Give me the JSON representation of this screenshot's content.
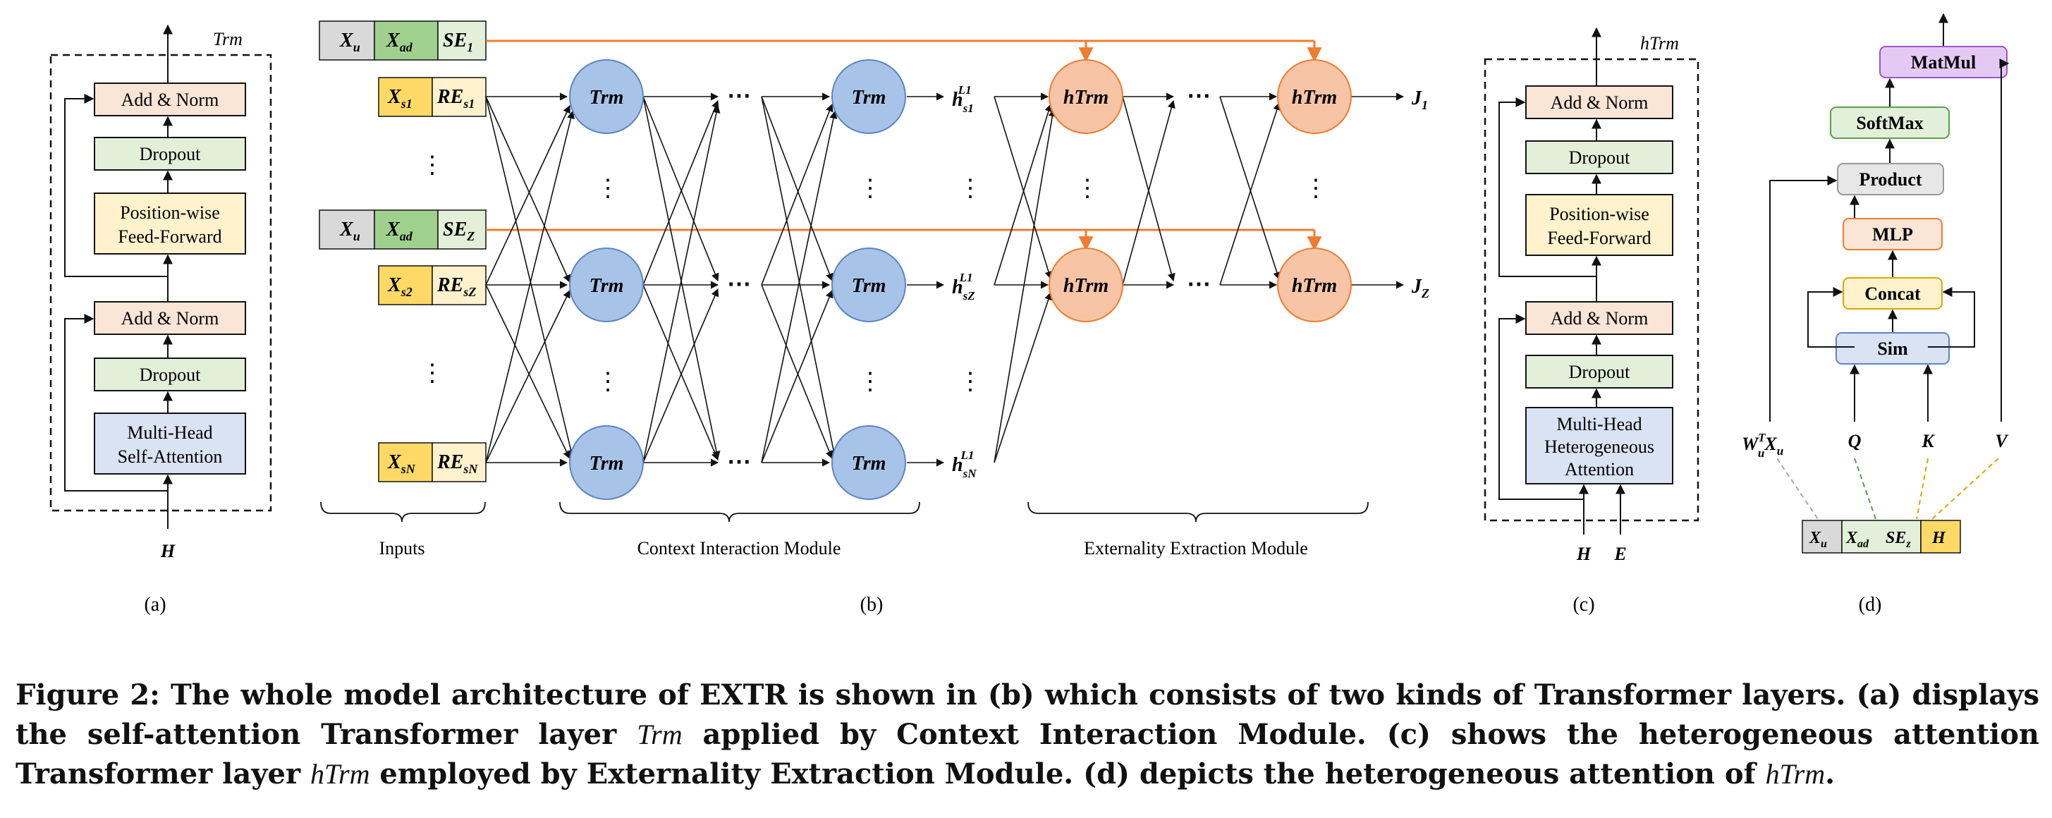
{
  "panel_labels": [
    "(a)",
    "(b)",
    "(c)",
    "(d)"
  ],
  "panel_a": {
    "title": "Trm",
    "input": "H",
    "blocks": [
      "Add & Norm",
      "Dropout",
      "Position-wise",
      "Feed-Forward",
      "Add & Norm",
      "Dropout",
      "Multi-Head",
      "Self-Attention"
    ]
  },
  "panel_b": {
    "row_top": [
      "X",
      "u",
      "X",
      "ad",
      "SE",
      "1"
    ],
    "row_1": [
      "X",
      "s1",
      "RE",
      "s1"
    ],
    "row_mid": [
      "X",
      "u",
      "X",
      "ad",
      "SE",
      "Z"
    ],
    "row_2": [
      "X",
      "s2",
      "RE",
      "sZ"
    ],
    "row_n": [
      "X",
      "sN",
      "RE",
      "sN"
    ],
    "trm": "Trm",
    "htrm": "hTrm",
    "dots": "⋯",
    "vdots": "⋮",
    "hidden": [
      "h",
      "s1",
      "L1",
      "sZ",
      "sN"
    ],
    "outputs": [
      "J",
      "1",
      "Z"
    ],
    "module_labels": [
      "Inputs",
      "Context Interaction Module",
      "Externality Extraction Module"
    ]
  },
  "panel_c": {
    "title": "hTrm",
    "inputs": [
      "H",
      "E"
    ],
    "blocks": [
      "Add & Norm",
      "Dropout",
      "Position-wise",
      "Feed-Forward",
      "Add & Norm",
      "Dropout",
      "Multi-Head",
      "Heterogeneous",
      "Attention"
    ]
  },
  "panel_d": {
    "blocks": [
      "MatMul",
      "SoftMax",
      "Product",
      "MLP",
      "Concat",
      "Sim"
    ],
    "inputs": [
      "W",
      "T",
      "u",
      "X",
      "u",
      "Q",
      "K",
      "V"
    ],
    "bottom_row": [
      "X",
      "u",
      "X",
      "ad",
      "SE",
      "z",
      "H"
    ]
  },
  "caption": {
    "part1": "Figure 2: The whole model architecture of EXTR is shown in (b) which consists of two kinds of Transformer layers. (a) displays the self-attention Transformer layer ",
    "trm": "Trm",
    "part2": " applied by Context Interaction Module. (c) shows the heterogeneous attention Transformer layer ",
    "htrm": "hTrm",
    "part3": " employed by Externality Extraction Module. (d) depicts the heterogeneous attention of ",
    "htrm2": "hTrm",
    "part4": "."
  },
  "colors": {
    "gray": "#d9d9d9",
    "green": "#9fd08d",
    "lightgreen": "#e2f0d9",
    "yellow": "#ffd966",
    "lightyellow": "#fff2cc",
    "peach": "#fbe5d6",
    "blue": "#dae3f3",
    "circle_blue": "#a8c3e8",
    "circle_orange": "#f8c4a6",
    "orange_line": "#ed7d31",
    "purple": "#e4c9f5"
  }
}
